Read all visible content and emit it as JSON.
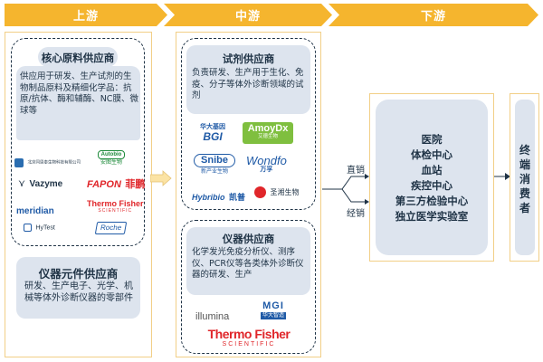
{
  "stages": [
    {
      "label": "上游"
    },
    {
      "label": "中游"
    },
    {
      "label": "下游"
    }
  ],
  "upstream": {
    "core": {
      "title": "核心原料供应商",
      "desc": "供应用于研发、生产试剂的生物制品原料及精细化学品：抗原/抗体、酶和辅酶、NC膜、微球等",
      "logos": [
        "北京同恩泰生物科技有限公司",
        "Autobio",
        "安图生物",
        "Vazyme",
        "FAPON",
        "菲鹏",
        "meridian",
        "Thermo Fisher",
        "SCIENTIFIC",
        "HyTest",
        "Roche"
      ]
    },
    "instrument_parts": {
      "title": "仪器元件供应商",
      "desc": "研发、生产电子、光学、机械等体外诊断仪器的零部件"
    }
  },
  "midstream": {
    "reagent": {
      "title": "试剂供应商",
      "desc": "负责研发、生产用于生化、免疫、分子等体外诊断领域的试剂",
      "logos": [
        "华大基因",
        "BGI",
        "AmoyDx",
        "艾德生物",
        "Snibe",
        "新产业生物",
        "Wondfo",
        "万孚",
        "Hybribio",
        "凯普",
        "圣湘生物"
      ]
    },
    "instrument": {
      "title": "仪器供应商",
      "desc": "化学发光免疫分析仪、测序仪、PCR仪等各类体外诊断仪器的研发、生产",
      "logos": [
        "illumina",
        "MGI",
        "华大智造",
        "Thermo Fisher",
        "SCIENTIFIC"
      ]
    }
  },
  "channels": {
    "direct": "直销",
    "distribution": "经销"
  },
  "downstream": {
    "institutions": [
      "医院",
      "体检中心",
      "血站",
      "疾控中心",
      "第三方检验中心",
      "独立医学实验室"
    ],
    "end_user": "终端消费者"
  },
  "colors": {
    "stage": "#f5b52e",
    "box_border": "#f2cf87",
    "panel": "#dde4ee",
    "text": "#1f3346",
    "red": "#e0262a",
    "blue": "#1f5aa6"
  }
}
